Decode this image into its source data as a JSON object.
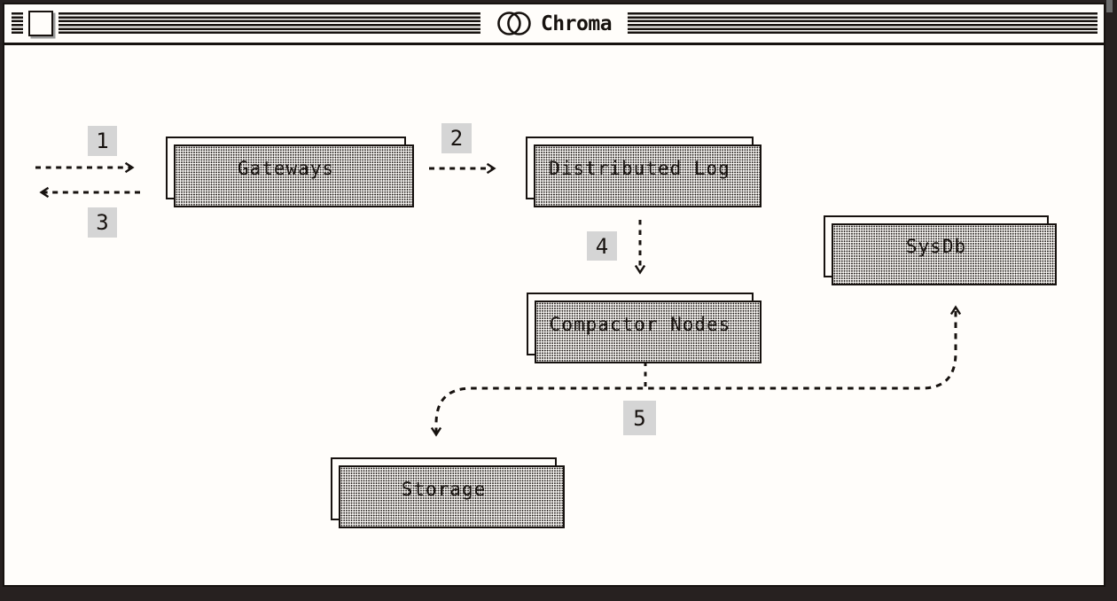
{
  "window": {
    "title": "Chroma"
  },
  "colors": {
    "background": "#272120",
    "surface": "#fffdfa",
    "ink": "#17120f",
    "badge_bg": "#d5d5d5"
  },
  "diagram": {
    "nodes": [
      {
        "id": "gateways",
        "label": "Gateways"
      },
      {
        "id": "distributed-log",
        "label": "Distributed Log"
      },
      {
        "id": "sysdb",
        "label": "SysDb"
      },
      {
        "id": "compactor-nodes",
        "label": "Compactor Nodes"
      },
      {
        "id": "storage",
        "label": "Storage"
      }
    ],
    "steps": [
      {
        "label": "1",
        "arrow": "into gateways (right)"
      },
      {
        "label": "2",
        "arrow": "gateways to distributed log (right)"
      },
      {
        "label": "3",
        "arrow": "out of gateways (left)"
      },
      {
        "label": "4",
        "arrow": "distributed log down to compactor nodes"
      },
      {
        "label": "5",
        "arrow": "compactor nodes to storage and sysdb"
      }
    ]
  }
}
